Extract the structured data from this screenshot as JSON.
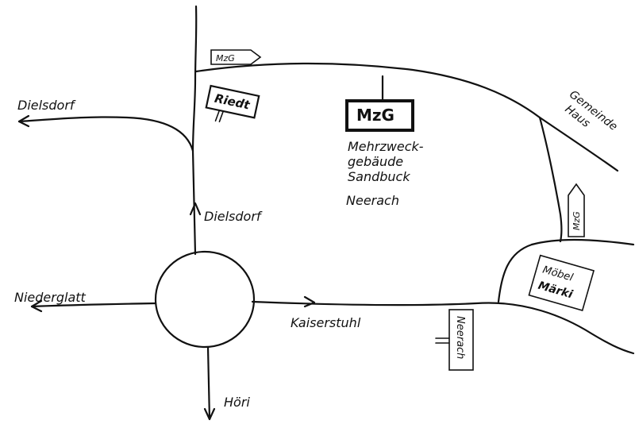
{
  "labels": {
    "dielsdorf_left": "Dielsdorf",
    "dielsdorf_road": "Dielsdorf",
    "niederglatt": "Niederglatt",
    "kaiserstuhl": "Kaiserstuhl",
    "hoeri": "Höri",
    "neerach_town": "Neerach",
    "mzg_desc_1": "Mehrzweck-",
    "mzg_desc_2": "gebäude",
    "mzg_desc_3": "Sandbuck",
    "gemeindehaus_1": "Gemeinde",
    "gemeindehaus_2": "Haus"
  },
  "signs": {
    "mzg_top": "MzG",
    "mzg_right": "MzG",
    "riedt": "Riedt",
    "mzg_building": "MzG",
    "moebel_1": "Möbel",
    "moebel_2": "Märki",
    "neerach_sign": "Neerach"
  }
}
